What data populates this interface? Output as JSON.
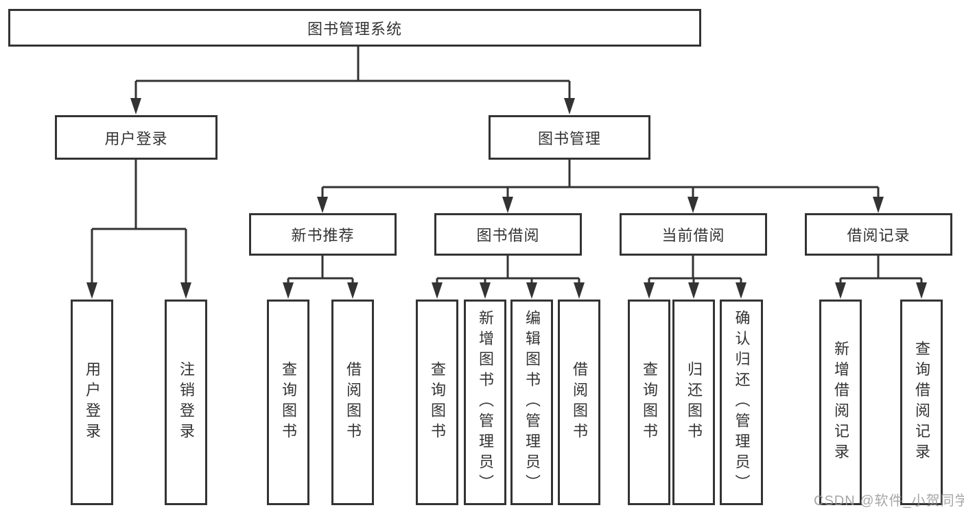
{
  "diagram": {
    "root": {
      "label": "图书管理系统"
    },
    "level2": {
      "user_login": {
        "label": "用户登录"
      },
      "book_management": {
        "label": "图书管理"
      }
    },
    "level3": {
      "new_book_recommend": {
        "label": "新书推荐"
      },
      "book_borrow": {
        "label": "图书借阅"
      },
      "current_borrow": {
        "label": "当前借阅"
      },
      "borrow_records": {
        "label": "借阅记录"
      }
    },
    "level4": {
      "user_login_leaf": {
        "label": "用户登录"
      },
      "logout": {
        "label": "注销登录"
      },
      "query_books_recommend": {
        "label": "查询图书"
      },
      "borrow_books_recommend": {
        "label": "借阅图书"
      },
      "query_books_borrow": {
        "label": "查询图书"
      },
      "add_books_admin": {
        "label": "新增图书（管理员）"
      },
      "edit_books_admin": {
        "label": "编辑图书（管理员）"
      },
      "borrow_books_borrow": {
        "label": "借阅图书"
      },
      "query_books_current": {
        "label": "查询图书"
      },
      "return_books": {
        "label": "归还图书"
      },
      "confirm_return_admin": {
        "label": "确认归还（管理员）"
      },
      "add_borrow_record": {
        "label": "新增借阅记录"
      },
      "query_borrow_record": {
        "label": "查询借阅记录"
      }
    }
  },
  "watermark": "CSDN @软件_小贺同学",
  "colors": {
    "line": "#333333",
    "text": "#333333",
    "box_background": "#ffffff",
    "watermark": "#969696"
  }
}
